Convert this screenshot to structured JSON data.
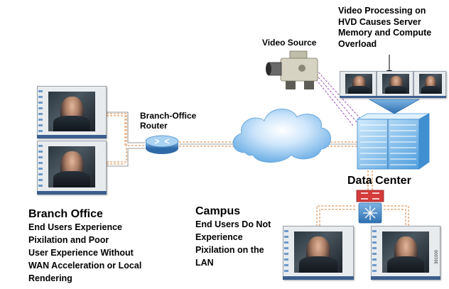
{
  "diagram": {
    "callout_text": "Video Processing on\nHVD Causes Server\nMemory and Compute\nOverload",
    "labels": {
      "video_source": "Video Source",
      "router": "Branch-Office\nRouter",
      "data_center": "Data Center"
    },
    "branch_office": {
      "title": "Branch Office",
      "description": "End Users Experience\nPixilation and Poor\nUser Experience Without\nWAN Acceleration or Local\nRendering"
    },
    "campus": {
      "title": "Campus",
      "description": "End Users Do Not\nExperience\nPixilation on the\nLAN"
    },
    "figure_id": "391000",
    "colors": {
      "wan_link": "#d9813a",
      "video_link": "#9b59b6",
      "cloud": "#7fb8e8",
      "router": "#4a86c5",
      "server": "#5aa9e6",
      "switch_red": "#d43b3b"
    }
  }
}
